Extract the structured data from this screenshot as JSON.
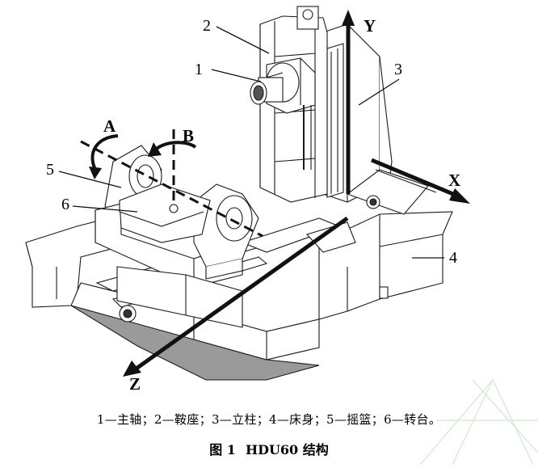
{
  "labels": {
    "l1": "1",
    "l2": "2",
    "l3": "3",
    "l4": "4",
    "l5": "5",
    "l6": "6"
  },
  "axes": {
    "a": "A",
    "b": "B",
    "x": "X",
    "y": "Y",
    "z": "Z"
  },
  "legend_text": "1—主轴；2—鞍座；3—立柱；4—床身；5—摇篮；6—转台。",
  "caption": {
    "number": "图 1",
    "title": "HDU60 结构"
  },
  "colors": {
    "line": "#1a1a1a",
    "shade": "#9a9a9a",
    "watermark": "#cfe9cf"
  }
}
